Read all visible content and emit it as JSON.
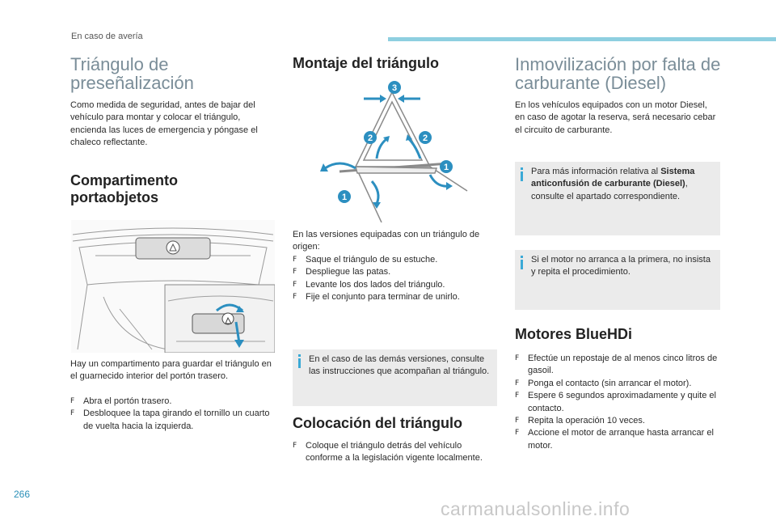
{
  "header": {
    "section": "En caso de avería"
  },
  "col1": {
    "title": "Triángulo de presеñalización",
    "title_line1": "Triángulo de",
    "title_line2": "preseñalización",
    "intro": "Como medida de seguridad, antes de bajar del vehículo para montar y colocar el triángulo, encienda las luces de emergencia y póngase el chaleco reflectante.",
    "compartment_title_line1": "Compartimento",
    "compartment_title_line2": "portaobjetos",
    "compartment_text": "Hay un compartimento para guardar el triángulo en el guarnecido interior del portón trasero.",
    "steps": [
      "Abra el portón trasero.",
      "Desbloquee la tapa girando el tornillo un cuarto de vuelta hacia la izquierda."
    ]
  },
  "col2": {
    "title": "Montaje del triángulo",
    "callouts": [
      "3",
      "2",
      "2",
      "1",
      "1"
    ],
    "intro": "En las versiones equipadas con un triángulo de origen:",
    "steps": [
      "Saque el triángulo de su estuche.",
      "Despliegue las patas.",
      "Levante los dos lados del triángulo.",
      "Fije el conjunto para terminar de unirlo."
    ],
    "note": "En el caso de las demás versiones, consulte las instrucciones que acompañan al triángulo.",
    "placement_title": "Colocación del triángulo",
    "placement_steps": [
      "Coloque el triángulo detrás del vehículo conforme a la legislación vigente localmente."
    ]
  },
  "col3": {
    "title_line1": "Inmovilización por falta de",
    "title_line2": "carburante (Diesel)",
    "intro": "En los vehículos equipados con un motor Diesel, en caso de agotar la reserva, será necesario cebar el circuito de carburante.",
    "note1_prefix": "Para más información relativa al ",
    "note1_bold": "Sistema anticonfusión de carburante (Diesel)",
    "note1_suffix": ", consulte el apartado correspondiente.",
    "note2": "Si el motor no arranca a la primera, no insista y repita el procedimiento.",
    "bluehdi_title": "Motores BlueHDi",
    "bluehdi_steps": [
      "Efectúe un repostaje de al menos cinco litros de gasoil.",
      "Ponga el contacto (sin arrancar el motor).",
      "Espere 6 segundos aproximadamente y quite el contacto.",
      "Repita la operación 10 veces.",
      "Accione el motor de arranque hasta arrancar el motor."
    ]
  },
  "bullet_glyph": "F",
  "footer": {
    "page_number": "266",
    "watermark": "carmanualsonline.info"
  },
  "colors": {
    "accent": "#3aa9d6",
    "bar": "#8ecfe0",
    "title_grey": "#7a8d98",
    "note_bg": "#ebebeb"
  }
}
